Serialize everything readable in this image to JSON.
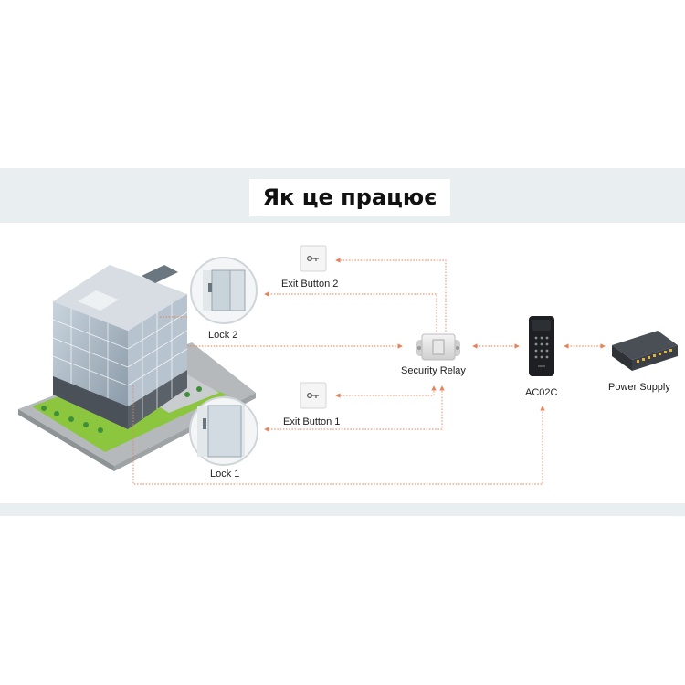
{
  "title": "Як це працює",
  "labels": {
    "exit_button_2": "Exit Button 2",
    "lock_2": "Lock 2",
    "security_relay": "Security Relay",
    "ac02c": "AC02C",
    "power_supply": "Power Supply",
    "exit_button_1": "Exit Button 1",
    "lock_1": "Lock 1"
  },
  "colors": {
    "band": "#e9eef1",
    "connector": "#e8825a",
    "building_glass": "#9fb0bf",
    "lawn": "#8cc63f"
  }
}
